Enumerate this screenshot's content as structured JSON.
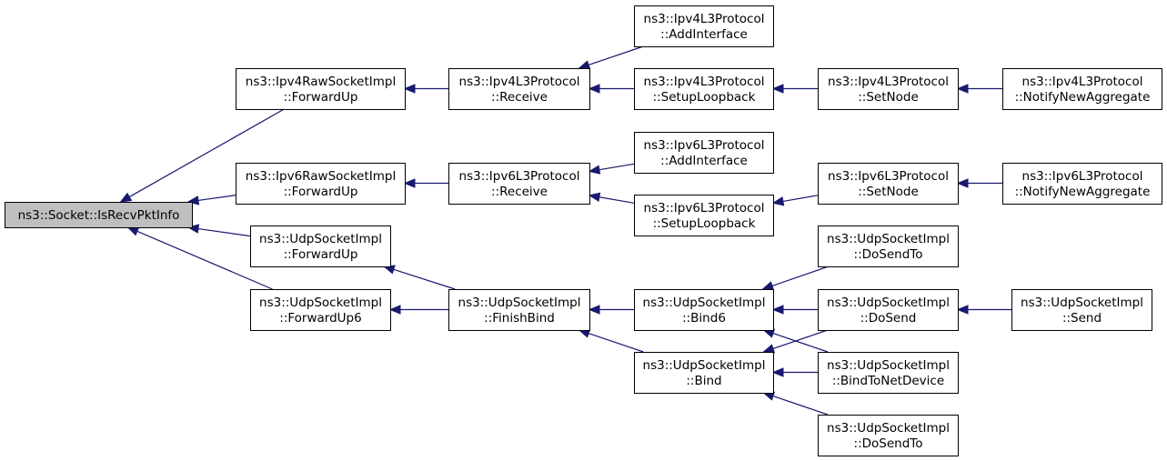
{
  "nodes": [
    {
      "id": "root",
      "lines": [
        "ns3::Socket::IsRecvPktInfo"
      ],
      "root": true
    },
    {
      "id": "ipv4raw_fwd",
      "lines": [
        "ns3::Ipv4RawSocketImpl",
        "::ForwardUp"
      ]
    },
    {
      "id": "ipv6raw_fwd",
      "lines": [
        "ns3::Ipv6RawSocketImpl",
        "::ForwardUp"
      ]
    },
    {
      "id": "udp_fwd",
      "lines": [
        "ns3::UdpSocketImpl",
        "::ForwardUp"
      ]
    },
    {
      "id": "udp_fwd6",
      "lines": [
        "ns3::UdpSocketImpl",
        "::ForwardUp6"
      ]
    },
    {
      "id": "ipv4l3_recv",
      "lines": [
        "ns3::Ipv4L3Protocol",
        "::Receive"
      ]
    },
    {
      "id": "ipv6l3_recv",
      "lines": [
        "ns3::Ipv6L3Protocol",
        "::Receive"
      ]
    },
    {
      "id": "udp_finishbind",
      "lines": [
        "ns3::UdpSocketImpl",
        "::FinishBind"
      ]
    },
    {
      "id": "ipv4l3_addif",
      "lines": [
        "ns3::Ipv4L3Protocol",
        "::AddInterface"
      ]
    },
    {
      "id": "ipv4l3_setuplo",
      "lines": [
        "ns3::Ipv4L3Protocol",
        "::SetupLoopback"
      ]
    },
    {
      "id": "ipv6l3_addif",
      "lines": [
        "ns3::Ipv6L3Protocol",
        "::AddInterface"
      ]
    },
    {
      "id": "ipv6l3_setuplo",
      "lines": [
        "ns3::Ipv6L3Protocol",
        "::SetupLoopback"
      ]
    },
    {
      "id": "udp_bind6",
      "lines": [
        "ns3::UdpSocketImpl",
        "::Bind6"
      ]
    },
    {
      "id": "udp_bind",
      "lines": [
        "ns3::UdpSocketImpl",
        "::Bind"
      ]
    },
    {
      "id": "ipv4l3_setnode",
      "lines": [
        "ns3::Ipv4L3Protocol",
        "::SetNode"
      ]
    },
    {
      "id": "ipv6l3_setnode",
      "lines": [
        "ns3::Ipv6L3Protocol",
        "::SetNode"
      ]
    },
    {
      "id": "udp_dosendto_a",
      "lines": [
        "ns3::UdpSocketImpl",
        "::DoSendTo"
      ]
    },
    {
      "id": "udp_dosend",
      "lines": [
        "ns3::UdpSocketImpl",
        "::DoSend"
      ]
    },
    {
      "id": "udp_bindtonet",
      "lines": [
        "ns3::UdpSocketImpl",
        "::BindToNetDevice"
      ]
    },
    {
      "id": "udp_dosendto_b",
      "lines": [
        "ns3::UdpSocketImpl",
        "::DoSendTo"
      ]
    },
    {
      "id": "ipv4l3_notify",
      "lines": [
        "ns3::Ipv4L3Protocol",
        "::NotifyNewAggregate"
      ]
    },
    {
      "id": "ipv6l3_notify",
      "lines": [
        "ns3::Ipv6L3Protocol",
        "::NotifyNewAggregate"
      ]
    },
    {
      "id": "udp_send",
      "lines": [
        "ns3::UdpSocketImpl",
        "::Send"
      ]
    }
  ],
  "edges": [
    {
      "from": "ipv4raw_fwd",
      "to": "root"
    },
    {
      "from": "ipv6raw_fwd",
      "to": "root"
    },
    {
      "from": "udp_fwd",
      "to": "root"
    },
    {
      "from": "udp_fwd6",
      "to": "root"
    },
    {
      "from": "ipv4l3_recv",
      "to": "ipv4raw_fwd"
    },
    {
      "from": "ipv6l3_recv",
      "to": "ipv6raw_fwd"
    },
    {
      "from": "udp_finishbind",
      "to": "udp_fwd"
    },
    {
      "from": "udp_finishbind",
      "to": "udp_fwd6"
    },
    {
      "from": "ipv4l3_addif",
      "to": "ipv4l3_recv"
    },
    {
      "from": "ipv4l3_setuplo",
      "to": "ipv4l3_recv"
    },
    {
      "from": "ipv6l3_addif",
      "to": "ipv6l3_recv"
    },
    {
      "from": "ipv6l3_setuplo",
      "to": "ipv6l3_recv"
    },
    {
      "from": "udp_bind6",
      "to": "udp_finishbind"
    },
    {
      "from": "udp_bind",
      "to": "udp_finishbind"
    },
    {
      "from": "ipv4l3_setnode",
      "to": "ipv4l3_setuplo"
    },
    {
      "from": "ipv6l3_setnode",
      "to": "ipv6l3_setuplo"
    },
    {
      "from": "udp_dosendto_a",
      "to": "udp_bind6"
    },
    {
      "from": "udp_dosend",
      "to": "udp_bind6"
    },
    {
      "from": "udp_bindtonet",
      "to": "udp_bind6"
    },
    {
      "from": "udp_dosend",
      "to": "udp_bind"
    },
    {
      "from": "udp_bindtonet",
      "to": "udp_bind"
    },
    {
      "from": "udp_dosendto_b",
      "to": "udp_bind"
    },
    {
      "from": "ipv4l3_notify",
      "to": "ipv4l3_setnode"
    },
    {
      "from": "ipv6l3_notify",
      "to": "ipv6l3_setnode"
    },
    {
      "from": "udp_send",
      "to": "udp_dosend"
    }
  ],
  "colors": {
    "edge": "#191970",
    "root_fill": "#bfbfbf",
    "node_fill": "#ffffff",
    "border": "#000000"
  }
}
